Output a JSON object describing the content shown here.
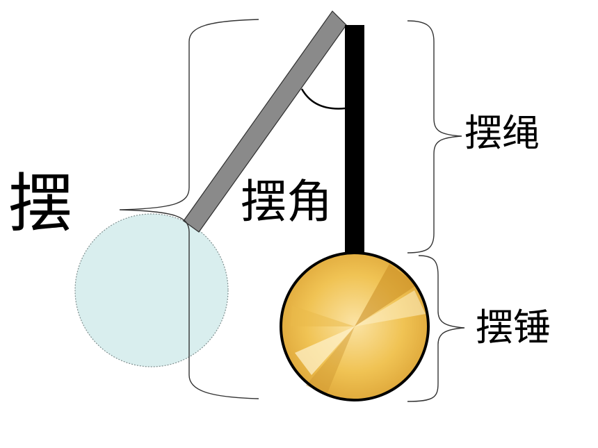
{
  "labels": {
    "pendulum": "摆",
    "swing_angle": "摆角",
    "string": "摆绳",
    "bob": "摆锤"
  },
  "colors": {
    "rope_vertical": "#000000",
    "rope_swung": "#8a8a8a",
    "bob_gold_light": "#f7d98a",
    "bob_gold": "#f0c354",
    "bob_gold_dark": "#c98d22",
    "bob_ghost": "#d9eeee",
    "brace": "#333333"
  }
}
